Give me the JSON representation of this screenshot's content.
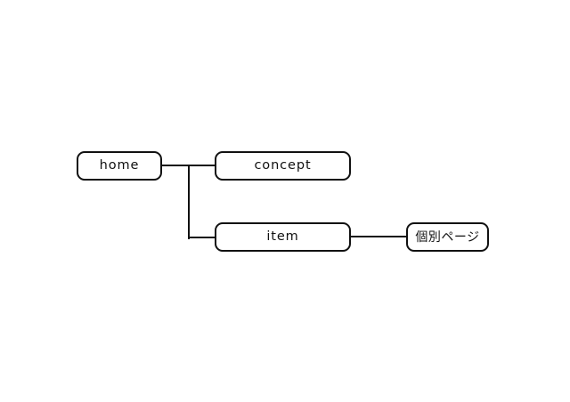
{
  "diagram": {
    "type": "site-map-tree",
    "background_color": "#ffffff",
    "stroke_color": "#111111",
    "text_color": "#111111",
    "nodes": [
      {
        "id": "home",
        "label": "home",
        "script": "latin"
      },
      {
        "id": "concept",
        "label": "concept",
        "script": "latin"
      },
      {
        "id": "item",
        "label": "item",
        "script": "latin"
      },
      {
        "id": "detail",
        "label": "個別ページ",
        "script": "japanese"
      }
    ],
    "edges": [
      {
        "from": "home",
        "to": "concept"
      },
      {
        "from": "home",
        "to": "item"
      },
      {
        "from": "item",
        "to": "detail"
      }
    ]
  }
}
